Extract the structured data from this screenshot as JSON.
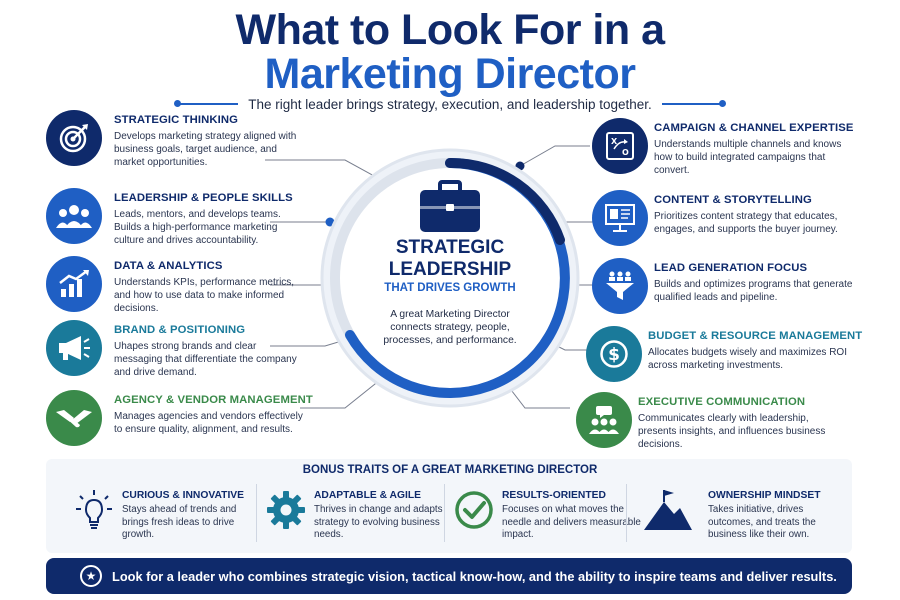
{
  "header": {
    "title_line1": "What to Look For in a",
    "title_line2": "Marketing Director",
    "subtitle": "The right leader brings strategy, execution, and leadership together."
  },
  "center": {
    "title_line1": "STRATEGIC",
    "title_line2": "LEADERSHIP",
    "tagline": "THAT DRIVES GROWTH",
    "description": "A great Marketing Director connects strategy, people, processes, and performance."
  },
  "left_traits": [
    {
      "title": "STRATEGIC THINKING",
      "desc": "Develops marketing strategy aligned with business goals, target audience, and market opportunities.",
      "icon": "target-icon",
      "color": "#0f2a6b"
    },
    {
      "title": "LEADERSHIP & PEOPLE SKILLS",
      "desc": "Leads, mentors, and develops teams. Builds a high-performance marketing culture and drives accountability.",
      "icon": "team-icon",
      "color": "#1f5fc4"
    },
    {
      "title": "DATA & ANALYTICS",
      "desc": "Understands KPIs, performance metrics, and how to use data to make informed decisions.",
      "icon": "growth-chart-icon",
      "color": "#1f5fc4"
    },
    {
      "title": "BRAND & POSITIONING",
      "desc": "Uhapes strong brands and clear messaging that differentiate the company and drive demand.",
      "icon": "megaphone-icon",
      "color": "#1a7a9a"
    },
    {
      "title": "AGENCY & VENDOR MANAGEMENT",
      "desc": "Manages agencies and vendors effectively to ensure quality, alignment, and results.",
      "icon": "handshake-icon",
      "color": "#3a8a4a"
    }
  ],
  "right_traits": [
    {
      "title": "CAMPAIGN & CHANNEL EXPERTISE",
      "desc": "Understands multiple channels and knows how to build integrated campaigns that convert.",
      "icon": "strategy-board-icon",
      "color": "#0f2a6b"
    },
    {
      "title": "CONTENT & STORYTELLING",
      "desc": "Prioritizes content strategy that educates, engages, and supports the buyer journey.",
      "icon": "presentation-icon",
      "color": "#1f5fc4"
    },
    {
      "title": "LEAD GENERATION FOCUS",
      "desc": "Builds and optimizes programs that generate qualified leads and pipeline.",
      "icon": "funnel-icon",
      "color": "#1f5fc4"
    },
    {
      "title": "BUDGET & RESOURCE MANAGEMENT",
      "desc": "Allocates budgets wisely and maximizes ROI across marketing investments.",
      "icon": "dollar-icon",
      "color": "#1a7a9a"
    },
    {
      "title": "EXECUTIVE COMMUNICATION",
      "desc": "Communicates clearly with leadership, presents insights, and influences business decisions.",
      "icon": "speaking-group-icon",
      "color": "#3a8a4a"
    }
  ],
  "bonus": {
    "title": "BONUS TRAITS OF A GREAT MARKETING DIRECTOR",
    "items": [
      {
        "title": "CURIOUS & INNOVATIVE",
        "desc": "Stays ahead of trends and brings fresh ideas to drive growth.",
        "icon": "lightbulb-icon"
      },
      {
        "title": "ADAPTABLE & AGILE",
        "desc": "Thrives in change and adapts strategy to evolving business needs.",
        "icon": "gear-icon"
      },
      {
        "title": "RESULTS-ORIENTED",
        "desc": "Focuses on what moves the needle and delivers measurable impact.",
        "icon": "checkmark-icon"
      },
      {
        "title": "OWNERSHIP MINDSET",
        "desc": "Takes initiative, drives outcomes, and treats the business like their own.",
        "icon": "mountain-flag-icon"
      }
    ]
  },
  "banner": {
    "text": "Look for a leader who combines strategic vision, tactical know-how, and the ability to inspire teams and deliver results.",
    "icon": "star-icon"
  },
  "colors": {
    "navy": "#0f2a6b",
    "blue": "#1f5fc4",
    "teal": "#1a7a9a",
    "green": "#3a8a4a"
  }
}
